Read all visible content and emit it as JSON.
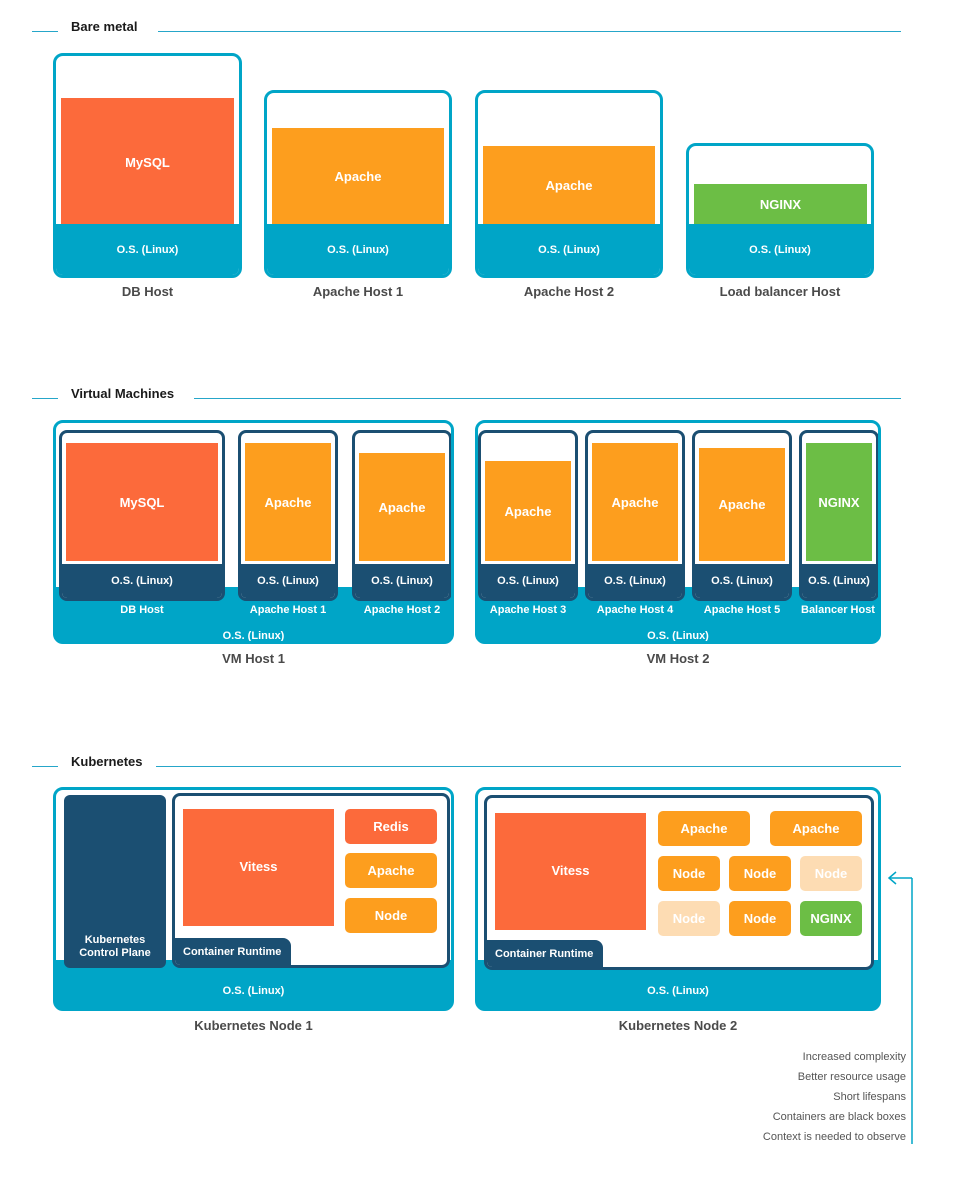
{
  "sections": {
    "bare_metal": "Bare metal",
    "virtual_machines": "Virtual Machines",
    "kubernetes": "Kubernetes"
  },
  "os": "O.S. (Linux)",
  "bare": {
    "hosts": [
      {
        "service": "MySQL",
        "label": "DB Host"
      },
      {
        "service": "Apache",
        "label": "Apache Host 1"
      },
      {
        "service": "Apache",
        "label": "Apache Host 2"
      },
      {
        "service": "NGINX",
        "label": "Load balancer Host"
      }
    ]
  },
  "vm": {
    "host1": {
      "label": "VM Host 1",
      "vms": [
        {
          "service": "MySQL",
          "label": "DB Host"
        },
        {
          "service": "Apache",
          "label": "Apache Host 1"
        },
        {
          "service": "Apache",
          "label": "Apache Host 2"
        }
      ]
    },
    "host2": {
      "label": "VM Host 2",
      "vms": [
        {
          "service": "Apache",
          "label": "Apache Host 3"
        },
        {
          "service": "Apache",
          "label": "Apache Host 4"
        },
        {
          "service": "Apache",
          "label": "Apache Host 5"
        },
        {
          "service": "NGINX",
          "label": "Balancer Host"
        }
      ]
    }
  },
  "k8s": {
    "node1": {
      "label": "Kubernetes Node 1",
      "control_plane": "Kubernetes Control Plane",
      "runtime": "Container Runtime",
      "vitess": "Vitess",
      "redis": "Redis",
      "apache": "Apache",
      "node": "Node"
    },
    "node2": {
      "label": "Kubernetes Node 2",
      "runtime": "Container Runtime",
      "vitess": "Vitess",
      "apache1": "Apache",
      "apache2": "Apache",
      "node": "Node",
      "nginx": "NGINX"
    }
  },
  "notes": [
    "Increased complexity",
    "Better resource usage",
    "Short lifespans",
    "Containers are black boxes",
    "Context is needed to observe"
  ],
  "colors": {
    "os": "#00a5c7",
    "vm_dark": "#1b4f72",
    "mysql": "#fc6a3b",
    "apache": "#fd9e1e",
    "nginx": "#6cbe45"
  }
}
